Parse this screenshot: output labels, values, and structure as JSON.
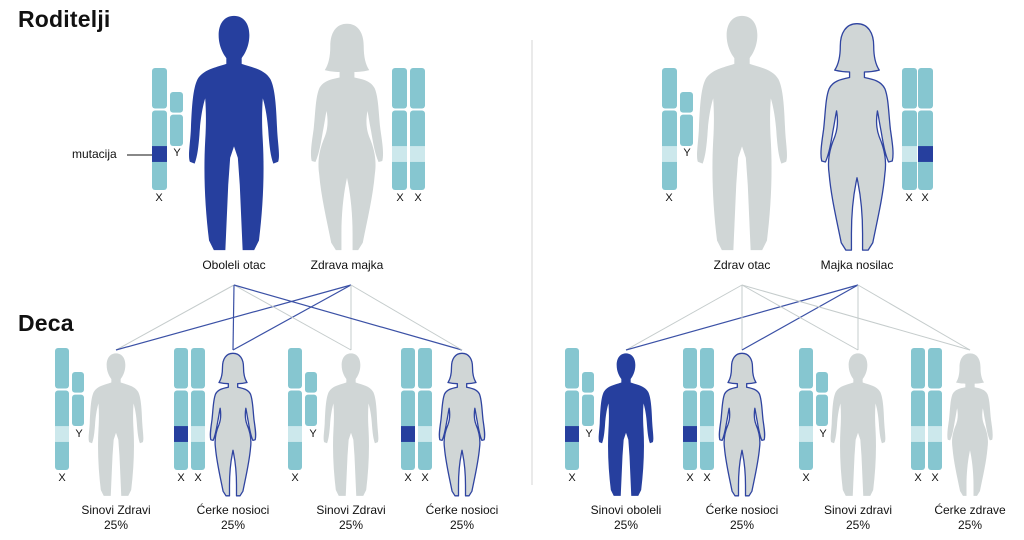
{
  "colors": {
    "affected": "#263f9e",
    "affected_outline": "#2f44a0",
    "healthy": "#d0d6d6",
    "chromosome": "#86c6d0",
    "chromosome_light": "#cce8ec",
    "mutation": "#263f9e",
    "line_dark": "#3b51a6",
    "line_light": "#c5cccc",
    "divider": "#d6d6d6"
  },
  "headings": {
    "parents": "Roditelji",
    "children": "Deca"
  },
  "mutation_label": "mutacija",
  "chromosome_labels": {
    "x": "X",
    "y": "Y"
  },
  "left_panel": {
    "father": {
      "label": "Oboleli otac",
      "status": "affected",
      "sex": "male"
    },
    "mother": {
      "label": "Zdrava majka",
      "status": "healthy",
      "sex": "female"
    },
    "children": [
      {
        "label": "Sinovi Zdravi",
        "percent": "25%",
        "sex": "male",
        "status": "healthy",
        "mutation": false
      },
      {
        "label": "Ćerke nosioci",
        "percent": "25%",
        "sex": "female",
        "status": "carrier",
        "mutation": true
      },
      {
        "label": "Sinovi Zdravi",
        "percent": "25%",
        "sex": "male",
        "status": "healthy",
        "mutation": false
      },
      {
        "label": "Ćerke nosioci",
        "percent": "25%",
        "sex": "female",
        "status": "carrier",
        "mutation": true
      }
    ]
  },
  "right_panel": {
    "father": {
      "label": "Zdrav otac",
      "status": "healthy",
      "sex": "male"
    },
    "mother": {
      "label": "Majka nosilac",
      "status": "carrier",
      "sex": "female"
    },
    "children": [
      {
        "label": "Sinovi oboleli",
        "percent": "25%",
        "sex": "male",
        "status": "affected",
        "mutation": true
      },
      {
        "label": "Ćerke nosioci",
        "percent": "25%",
        "sex": "female",
        "status": "carrier",
        "mutation": true
      },
      {
        "label": "Sinovi zdravi",
        "percent": "25%",
        "sex": "male",
        "status": "healthy",
        "mutation": false
      },
      {
        "label": "Ćerke zdrave",
        "percent": "25%",
        "sex": "female",
        "status": "healthy",
        "mutation": false
      }
    ]
  }
}
